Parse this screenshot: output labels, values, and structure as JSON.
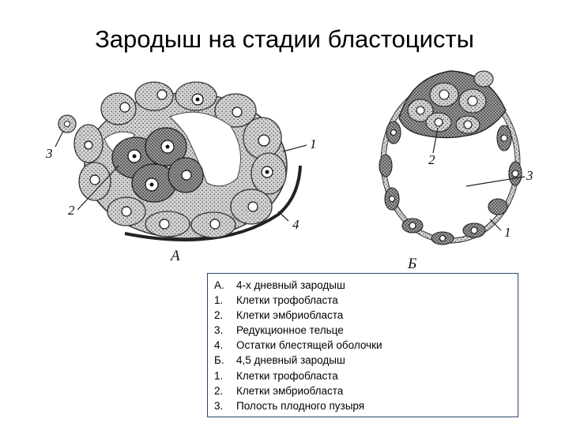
{
  "title": "Зародыш на стадии бластоцисты",
  "figure": {
    "panel_a": {
      "letter": "А",
      "callouts": [
        "1",
        "2",
        "3",
        "4"
      ]
    },
    "panel_b": {
      "letter": "Б",
      "callouts": [
        "1",
        "2",
        "3"
      ]
    }
  },
  "legend": [
    {
      "num": "А.",
      "text": "4-х дневный зародыш"
    },
    {
      "num": "1.",
      "text": "Клетки трофобласта"
    },
    {
      "num": "2.",
      "text": "Клетки эмбриобласта"
    },
    {
      "num": "3.",
      "text": "Редукционное тельце"
    },
    {
      "num": "4.",
      "text": "Остатки блестящей оболочки"
    },
    {
      "num": "Б.",
      "text": "4,5 дневный зародыш"
    },
    {
      "num": "1.",
      "text": "Клетки трофобласта"
    },
    {
      "num": "2.",
      "text": "Клетки эмбриобласта"
    },
    {
      "num": "3.",
      "text": "Полость плодного пузыря"
    }
  ]
}
